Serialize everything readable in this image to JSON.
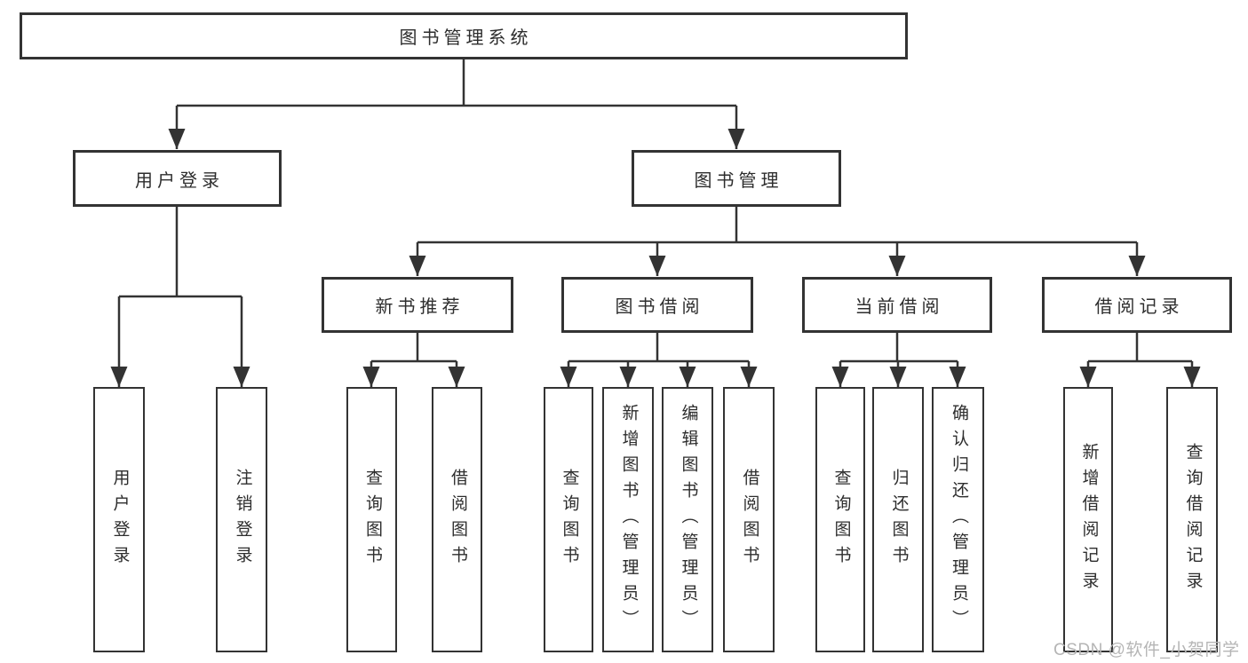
{
  "diagram": {
    "title": "图书管理系统",
    "branches": [
      {
        "label": "用户登录",
        "children": [
          {
            "label": "用户登录"
          },
          {
            "label": "注销登录"
          }
        ]
      },
      {
        "label": "图书管理",
        "children": [
          {
            "label": "新书推荐",
            "children": [
              {
                "label": "查询图书"
              },
              {
                "label": "借阅图书"
              }
            ]
          },
          {
            "label": "图书借阅",
            "children": [
              {
                "label": "查询图书"
              },
              {
                "label": "新增图书（管理员）"
              },
              {
                "label": "编辑图书（管理员）"
              },
              {
                "label": "借阅图书"
              }
            ]
          },
          {
            "label": "当前借阅",
            "children": [
              {
                "label": "查询图书"
              },
              {
                "label": "归还图书"
              },
              {
                "label": "确认归还（管理员）"
              }
            ]
          },
          {
            "label": "借阅记录",
            "children": [
              {
                "label": "新增借阅记录"
              },
              {
                "label": "查询借阅记录"
              }
            ]
          }
        ]
      }
    ]
  },
  "watermark": {
    "text": "CSDN @软件_小贺同学"
  },
  "colors": {
    "line": "#333333",
    "box_border": "#333333",
    "text": "#2d2d2d",
    "watermark": "#b5b5b5",
    "background": "#ffffff"
  }
}
